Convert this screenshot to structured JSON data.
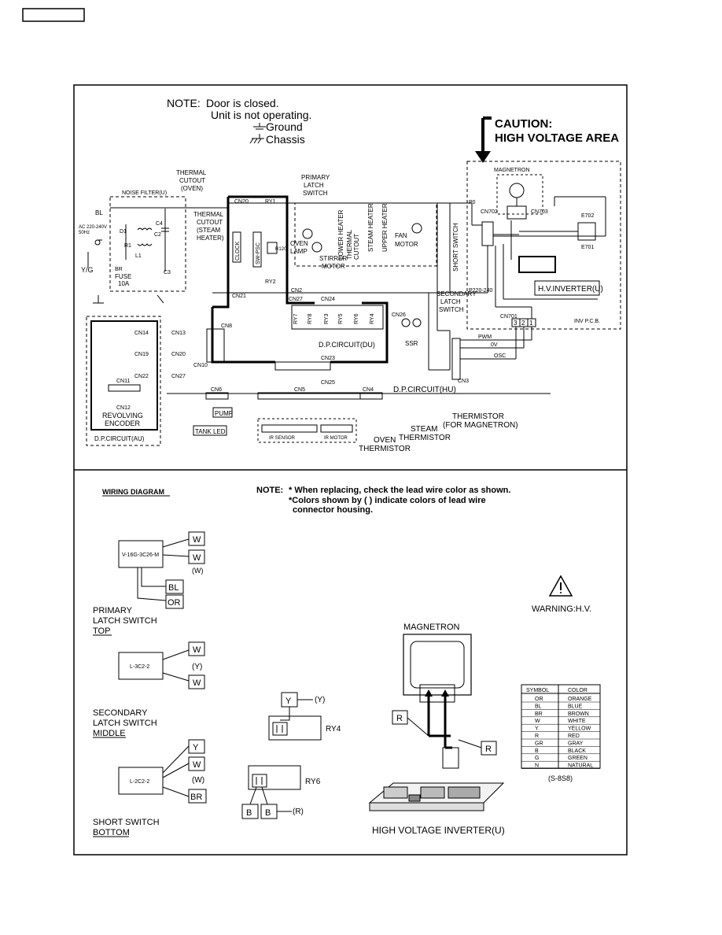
{
  "note": {
    "label": "NOTE:",
    "line1": "Door is closed.",
    "line2": "Unit is not operating.",
    "ground": "Ground",
    "chassis": "Chassis"
  },
  "caution": {
    "line1": "CAUTION:",
    "line2": "HIGH VOLTAGE AREA"
  },
  "schematic": {
    "thermal_cutout_oven": [
      "THERMAL",
      "CUTOUT",
      "(OVEN)"
    ],
    "thermal_cutout_steam": [
      "THERMAL",
      "CUTOUT",
      "(STEAM",
      "HEATER)"
    ],
    "primary_latch_switch": [
      "PRIMARY",
      "LATCH",
      "SWITCH"
    ],
    "noise_filter": "NOISE FILTER(U)",
    "power_in": [
      "AC 220-240V",
      "50Hz"
    ],
    "bl": "BL",
    "br": "BR",
    "fuse": [
      "FUSE",
      "10A"
    ],
    "yg": "Y/G",
    "d1": "D1",
    "r1": "R1",
    "c4": "C4",
    "c2": "C2",
    "c3": "C3",
    "l1": "L1",
    "cn20": "CN20",
    "cn21": "CN21",
    "ry1": "RY1",
    "ry2": "RY2",
    "clock": "CLOCK",
    "swpsc": "SW-PSC",
    "r120": "R120",
    "cn2": "CN2",
    "cn27": "CN27",
    "cn24": "CN24",
    "oven_lamp": [
      "OVEN",
      "LAMP"
    ],
    "stirrer_motor": [
      "STIRRER",
      "MOTOR"
    ],
    "lower_heater": "LOWER HEATER",
    "thermal_cutout_v": [
      "THERMAL",
      "CUTOUT"
    ],
    "steam_heater": "STEAM HEATER",
    "upper_heater": "UPPER HEATER",
    "fan_motor": [
      "FAN",
      "MOTOR"
    ],
    "short_switch": "SHORT SWITCH",
    "secondary_latch": [
      "SECONDARY",
      "LATCH",
      "SWITCH"
    ],
    "ry_labels": [
      "RY7",
      "RY8",
      "RY3",
      "RY5",
      "RY6",
      "RY4"
    ],
    "cn26": "CN26",
    "ssr": "SSR",
    "cn8": "CN8",
    "cn10": "CN10",
    "cn14": "CN14",
    "cn13": "CN13",
    "cn19": "CN19",
    "cn22": "CN22",
    "cn11": "CN11",
    "cn12": "CN12",
    "revolving_encoder": [
      "REVOLVING",
      "ENCODER"
    ],
    "dp_au": "D.P.CIRCUIT(AU)",
    "dp_du": "D.P.CIRCUIT(DU)",
    "cn23": "CN23",
    "cn25": "CN25",
    "cn6": "CN6",
    "pump": "PUMP",
    "tank_led": "TANK LED",
    "cn5": "CN5",
    "ir_sensor": "IR SENSOR",
    "ir_motor": "IR MOTOR",
    "cn4": "CN4",
    "oven_thermistor": [
      "OVEN",
      "THERMISTOR"
    ],
    "steam_thermistor": [
      "STEAM",
      "THERMISTOR"
    ],
    "mag_thermistor": [
      "THERMISTOR",
      "(FOR MAGNETRON)"
    ],
    "dp_hu": "D.P.CIRCUIT(HU)",
    "cn3": "CN3",
    "pwm": "PWM",
    "zerov": "0V",
    "osc": "OSC",
    "magnetron": "MAGNETRON",
    "cn702": "CN702",
    "cn703": "CN703",
    "e702": "E702",
    "e701": "E701",
    "hv_inverter": "H.V.INVERTER(U)",
    "cn701": "CN701",
    "inv_pcb": "INV P.C.B.",
    "p0": "P0",
    "p220": "P220-240",
    "pins": [
      "3",
      "2",
      "1"
    ]
  },
  "wiring": {
    "title": "WIRING DIAGRAM",
    "note_label": "NOTE:",
    "note1": "* When replacing, check the lead wire color as shown.",
    "note2": "*Colors shown by ( ) indicate colors of lead wire",
    "note3": "connector housing.",
    "primary": {
      "part": "V-16G-3C26-M",
      "tags": [
        "W",
        "W",
        "BL",
        "OR"
      ],
      "housing": "(W)",
      "caption": [
        "PRIMARY",
        "LATCH SWITCH",
        "TOP"
      ]
    },
    "secondary": {
      "part": "L-3C2-2",
      "tags": [
        "W",
        "W"
      ],
      "housing": "(Y)",
      "caption": [
        "SECONDARY",
        "LATCH SWITCH",
        "MIDDLE"
      ]
    },
    "short": {
      "part": "L-2C2-2",
      "tags": [
        "Y",
        "W",
        "BR"
      ],
      "housing": "(W)",
      "caption": [
        "SHORT SWITCH",
        "BOTTOM"
      ]
    },
    "ry4": {
      "tag": "Y",
      "housing": "(Y)",
      "label": "RY4"
    },
    "ry6": {
      "tags": [
        "B",
        "B"
      ],
      "housing": "(R)",
      "label": "RY6"
    },
    "warning": "WARNING:H.V.",
    "magnetron_title": "MAGNETRON",
    "mag_tags": [
      "R",
      "R"
    ],
    "hv_title": "HIGH VOLTAGE INVERTER(U)",
    "code": "(S-8S8)"
  },
  "color_table": {
    "headers": [
      "SYMBOL",
      "COLOR"
    ],
    "rows": [
      [
        "OR",
        "ORANGE"
      ],
      [
        "BL",
        "BLUE"
      ],
      [
        "BR",
        "BROWN"
      ],
      [
        "W",
        "WHITE"
      ],
      [
        "Y",
        "YELLOW"
      ],
      [
        "R",
        "RED"
      ],
      [
        "GR",
        "GRAY"
      ],
      [
        "B",
        "BLACK"
      ],
      [
        "G",
        "GREEN"
      ],
      [
        "N",
        "NATURAL"
      ]
    ]
  }
}
